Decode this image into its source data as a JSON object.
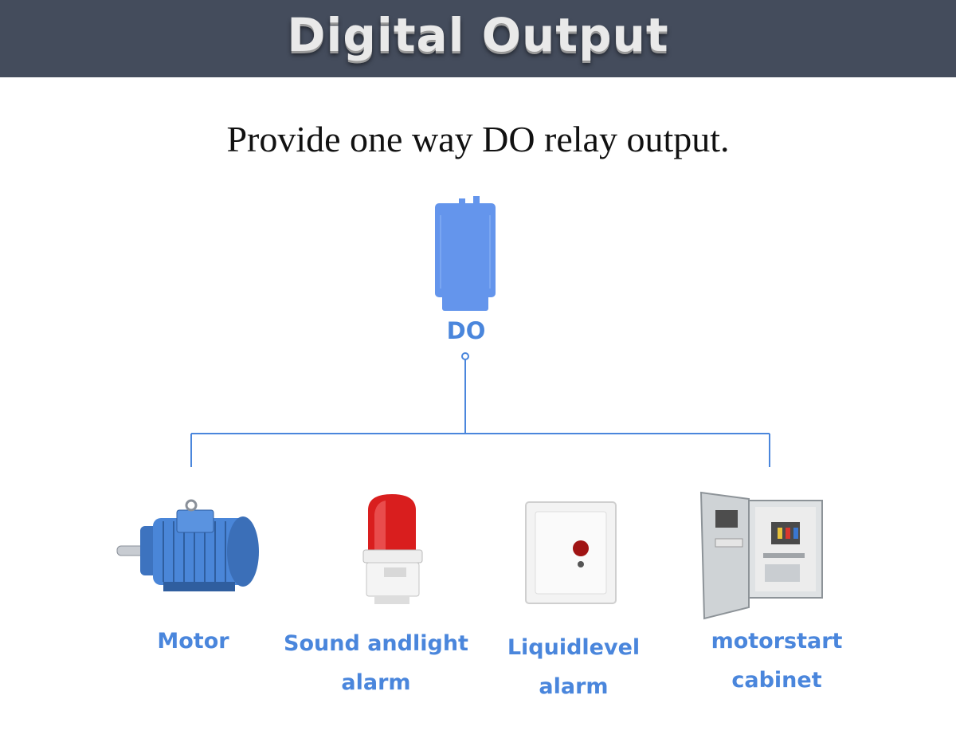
{
  "header": {
    "title": "Digital Output"
  },
  "subtitle": "Provide one way DO relay output.",
  "module": {
    "label": "DO",
    "color": "#6495ec"
  },
  "devices": [
    {
      "name": "motor",
      "label": "Motor",
      "icon": "electric-motor-icon"
    },
    {
      "name": "alarm",
      "label": "Sound andlight\nalarm",
      "icon": "warning-light-icon"
    },
    {
      "name": "liquid",
      "label": "Liquidlevel\nalarm",
      "icon": "wall-switch-icon"
    },
    {
      "name": "cabinet",
      "label": "motorstart\ncabinet",
      "icon": "control-cabinet-icon"
    }
  ],
  "colors": {
    "accent": "#4a86dc",
    "banner": "#444c5c",
    "line": "#4a86dc"
  }
}
